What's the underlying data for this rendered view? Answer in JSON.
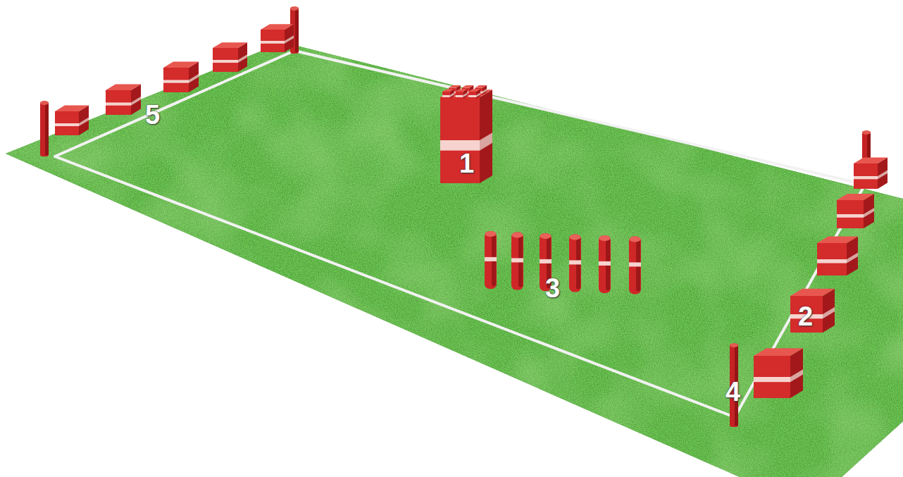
{
  "diagram": {
    "labels": [
      "5",
      "1",
      "3",
      "2",
      "4"
    ]
  }
}
